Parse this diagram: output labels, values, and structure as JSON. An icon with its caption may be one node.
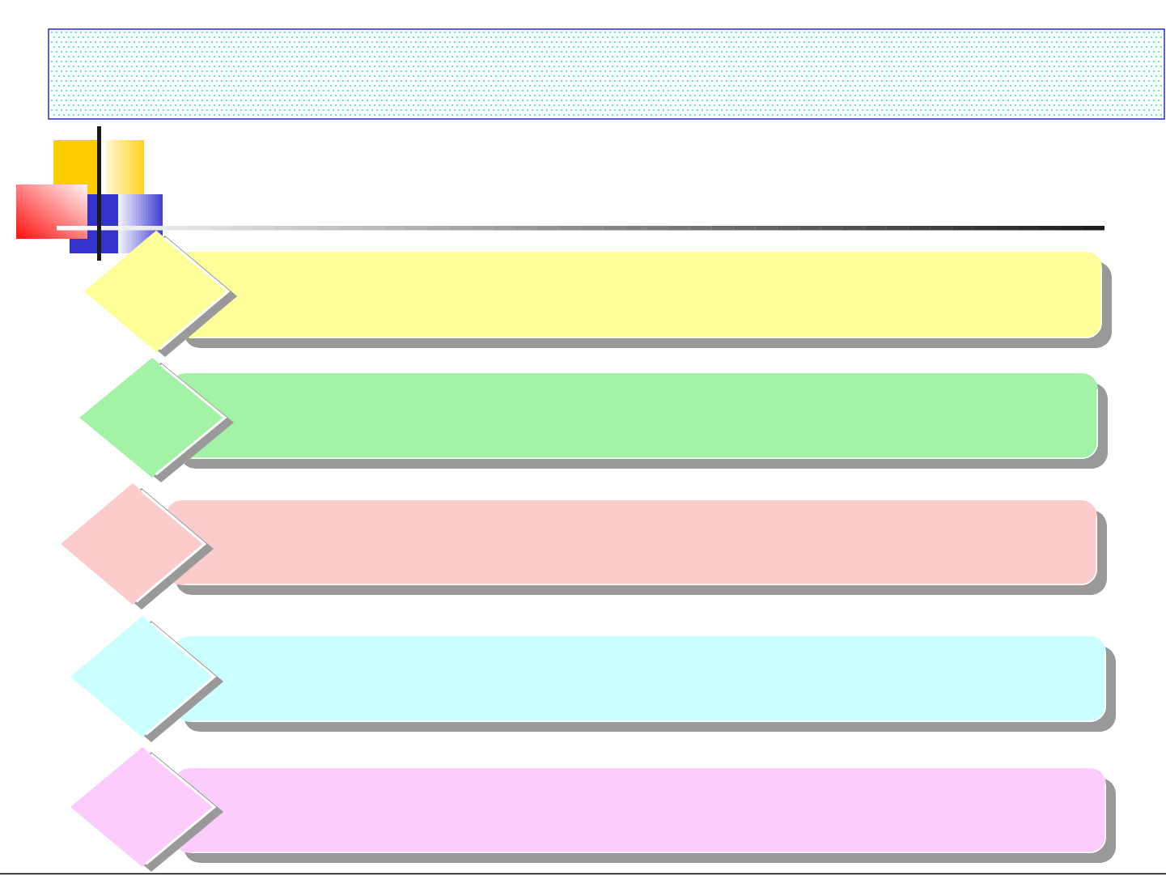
{
  "diagram": {
    "nodes": [
      {
        "text": [],
        "shape": "box"
      },
      {
        "text": [],
        "shape": "diamond"
      },
      {
        "text": [],
        "shape": "box"
      },
      {
        "text": [],
        "shape": "diamond"
      },
      {
        "text": [],
        "shape": "box"
      },
      {
        "text": [],
        "shape": "diamond"
      },
      {
        "text": [],
        "shape": "box"
      },
      {
        "text": [],
        "shape": "diamond"
      },
      {
        "text": [],
        "shape": "box"
      },
      {
        "text": [],
        "shape": "diamond"
      },
      {
        "text": [],
        "shape": "box"
      }
    ]
  }
}
